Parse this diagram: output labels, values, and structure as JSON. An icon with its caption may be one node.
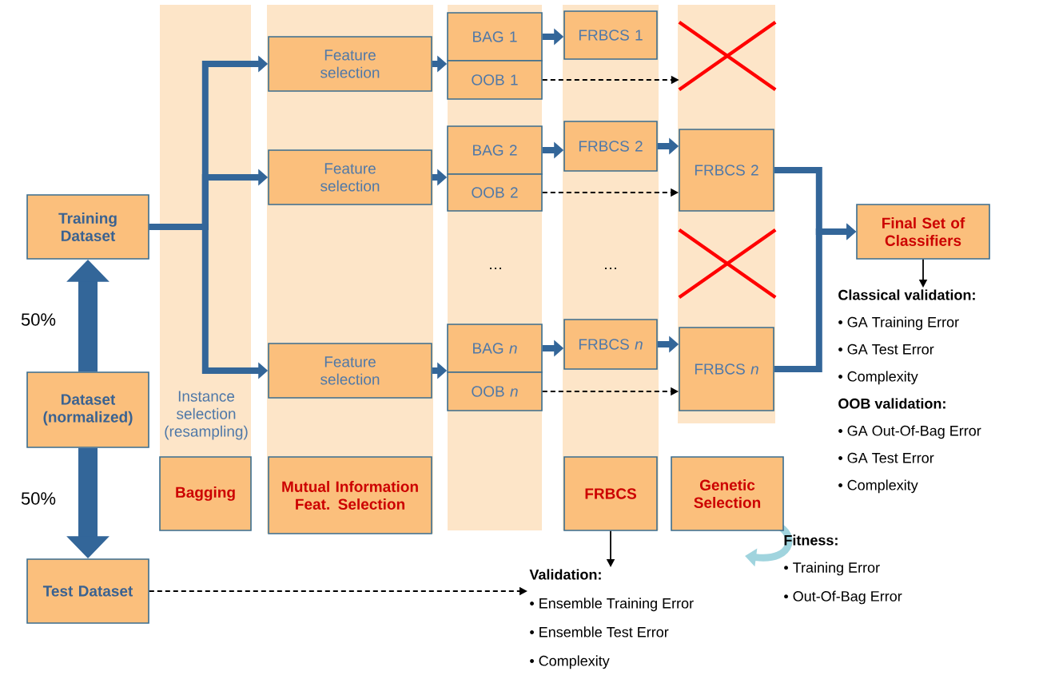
{
  "diagram": {
    "nodes": [
      {
        "text": [
          "Training Dataset"
        ]
      },
      {
        "text": [
          "Dataset (normalized)"
        ]
      },
      {
        "text": [
          "Test Dataset"
        ]
      },
      {
        "text": [
          "Feature selection"
        ]
      },
      {
        "text": [
          "Feature selection"
        ]
      },
      {
        "text": [
          "Feature selection"
        ]
      },
      {
        "text": [
          "BAG 1"
        ]
      },
      {
        "text": [
          "OOB 1"
        ]
      },
      {
        "text": [
          "BAG 2"
        ]
      },
      {
        "text": [
          "OOB 2"
        ]
      },
      {
        "text": [
          "BAG *n*"
        ]
      },
      {
        "text": [
          "OOB *n*"
        ]
      },
      {
        "text": [
          "FRBCS 1"
        ]
      },
      {
        "text": [
          "FRBCS 2"
        ]
      },
      {
        "text": [
          "FRBCS *n*"
        ]
      },
      {
        "text": [
          "FRBCS 2"
        ]
      },
      {
        "text": [
          "FRBCS *n*"
        ]
      },
      {
        "text": [
          "Final Set of Classifiers"
        ]
      },
      {
        "text": [
          "Bagging"
        ]
      },
      {
        "text": [
          "Mutual Information Feat. Selection"
        ]
      },
      {
        "text": [
          "FRBCS"
        ]
      },
      {
        "text": [
          "Genetic Selection"
        ]
      },
      {
        "text": [
          "Classical validation:",
          "• GA Training Error",
          "• GA Test Error",
          "• Complexity",
          "OOB validation:",
          "• GA Out-Of-Bag Error",
          "• GA Test Error",
          "• Complexity"
        ]
      },
      {
        "text": [
          "Validation:",
          "• Ensemble Training Error",
          "• Ensemble Test Error",
          "• Complexity"
        ]
      },
      {
        "text": [],
        "shape": "cross"
      },
      {
        "text": [],
        "shape": "cross"
      }
    ],
    "edges": [
      {
        "from": 1,
        "to": 0,
        "arrow": "to",
        "style": "thick"
      },
      {
        "from": 1,
        "to": 2,
        "arrow": "to",
        "style": "thick"
      },
      {
        "from": 0,
        "to": 3,
        "arrow": "to"
      },
      {
        "from": 0,
        "to": 4,
        "arrow": "to"
      },
      {
        "from": 0,
        "to": 5,
        "arrow": "to"
      },
      {
        "from": 3,
        "to": 6,
        "arrow": "to"
      },
      {
        "from": 4,
        "to": 8,
        "arrow": "to"
      },
      {
        "from": 5,
        "to": 10,
        "arrow": "to"
      },
      {
        "from": 6,
        "to": 12,
        "arrow": "to"
      },
      {
        "from": 8,
        "to": 13,
        "arrow": "to"
      },
      {
        "from": 10,
        "to": 14,
        "arrow": "to"
      },
      {
        "from": 13,
        "to": 15,
        "arrow": "to"
      },
      {
        "from": 14,
        "to": 16,
        "arrow": "to"
      },
      {
        "from": 15,
        "to": 17,
        "arrow": "to"
      },
      {
        "from": 16,
        "to": 17,
        "arrow": "to"
      },
      {
        "from": 7,
        "to": 24,
        "arrow": "to",
        "style": "dashed",
        "color": "#000000"
      },
      {
        "from": 9,
        "to": 15,
        "arrow": "to",
        "style": "dashed",
        "color": "#000000"
      },
      {
        "from": 11,
        "to": 16,
        "arrow": "to",
        "style": "dashed",
        "color": "#000000"
      },
      {
        "from": 17,
        "to": 22,
        "arrow": "to",
        "color": "#000000"
      },
      {
        "from": 20,
        "to": 23,
        "arrow": "to",
        "color": "#000000"
      },
      {
        "from": 2,
        "to": 23,
        "arrow": "to",
        "style": "dashed",
        "color": "#000000"
      }
    ],
    "labels": [
      "…",
      "…",
      "50%",
      "Instance selection (resampling)",
      "50%",
      "Fitness:",
      "• Training Error",
      "• Out-Of-Bag Error"
    ]
  }
}
